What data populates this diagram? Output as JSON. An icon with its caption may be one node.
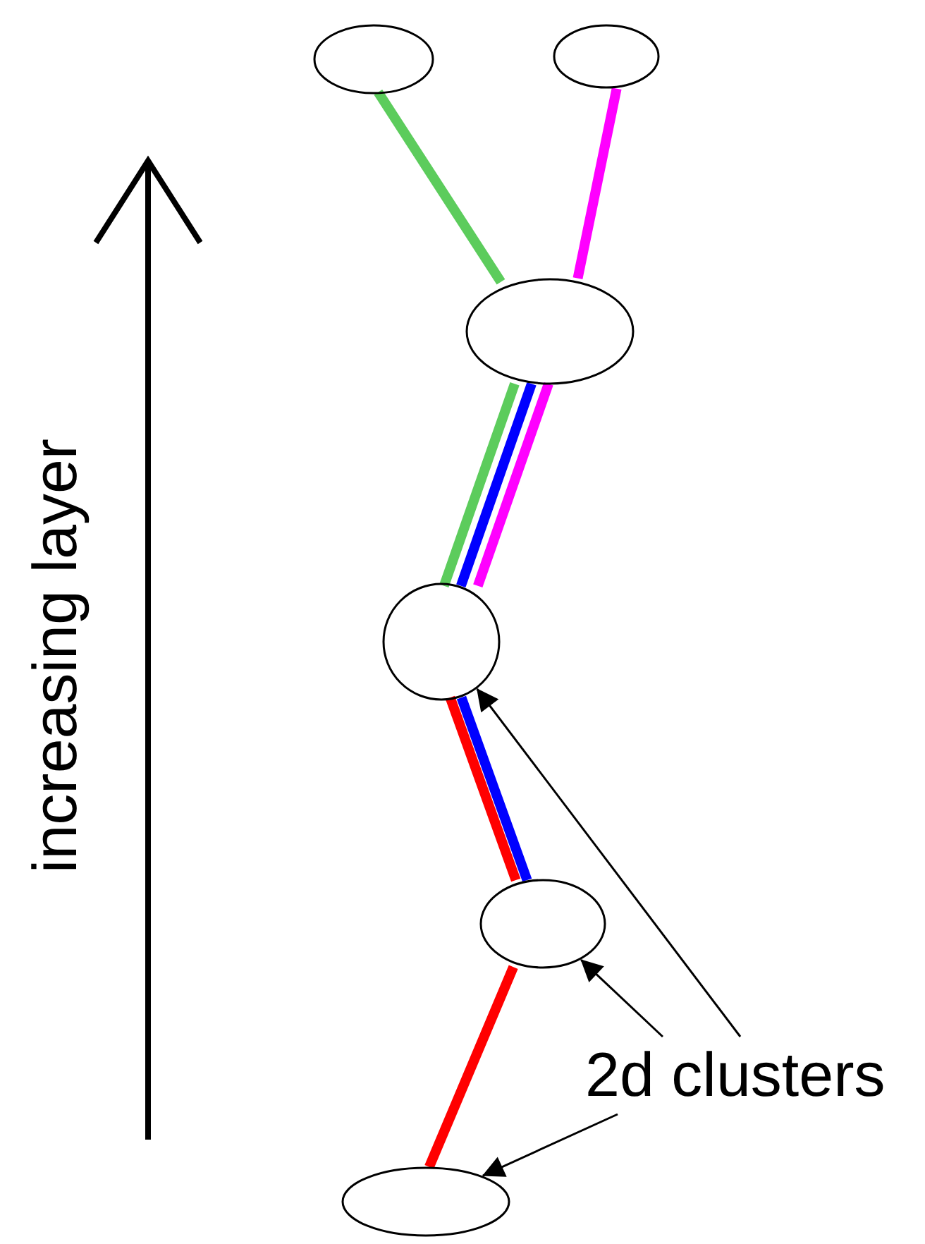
{
  "diagram": {
    "nodes": [
      {
        "text": [],
        "shape": "ellipse"
      },
      {
        "text": [],
        "shape": "ellipse"
      },
      {
        "text": [],
        "shape": "ellipse"
      },
      {
        "text": [],
        "shape": "ellipse"
      },
      {
        "text": [],
        "shape": "ellipse"
      },
      {
        "text": [],
        "shape": "ellipse"
      },
      {
        "text": [
          "2d clusters"
        ]
      }
    ],
    "edges": [
      {
        "from": 0,
        "to": 2,
        "arrow": "none",
        "color": "#5ccc5c"
      },
      {
        "from": 2,
        "to": 3,
        "arrow": "none",
        "color": "#5ccc5c"
      },
      {
        "from": 1,
        "to": 2,
        "arrow": "none",
        "color": "#ff00ff"
      },
      {
        "from": 2,
        "to": 3,
        "arrow": "none",
        "color": "#ff00ff"
      },
      {
        "from": 2,
        "to": 3,
        "arrow": "none",
        "color": "#0000ff"
      },
      {
        "from": 3,
        "to": 4,
        "arrow": "none",
        "color": "#0000ff"
      },
      {
        "from": 3,
        "to": 4,
        "arrow": "none",
        "color": "#ff0000"
      },
      {
        "from": 4,
        "to": 5,
        "arrow": "none",
        "color": "#ff0000"
      },
      {
        "from": 6,
        "to": 3,
        "arrow": "to"
      },
      {
        "from": 6,
        "to": 4,
        "arrow": "to"
      },
      {
        "from": 6,
        "to": 5,
        "arrow": "to"
      }
    ],
    "labels": [
      "increasing layer"
    ]
  }
}
